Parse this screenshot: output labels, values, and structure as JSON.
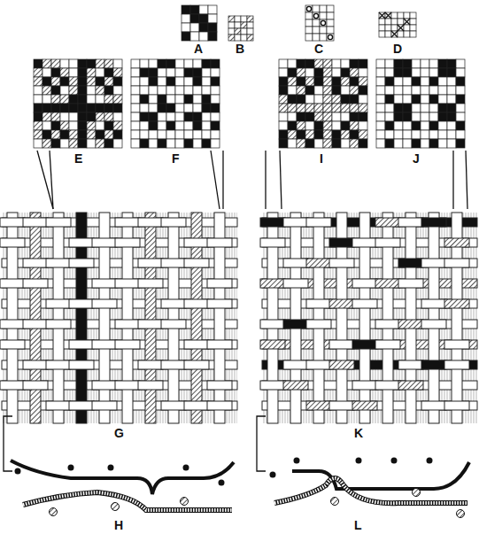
{
  "diagram": {
    "labels": [
      "A",
      "B",
      "C",
      "D",
      "E",
      "F",
      "I",
      "J",
      "G",
      "K",
      "H",
      "L"
    ]
  }
}
